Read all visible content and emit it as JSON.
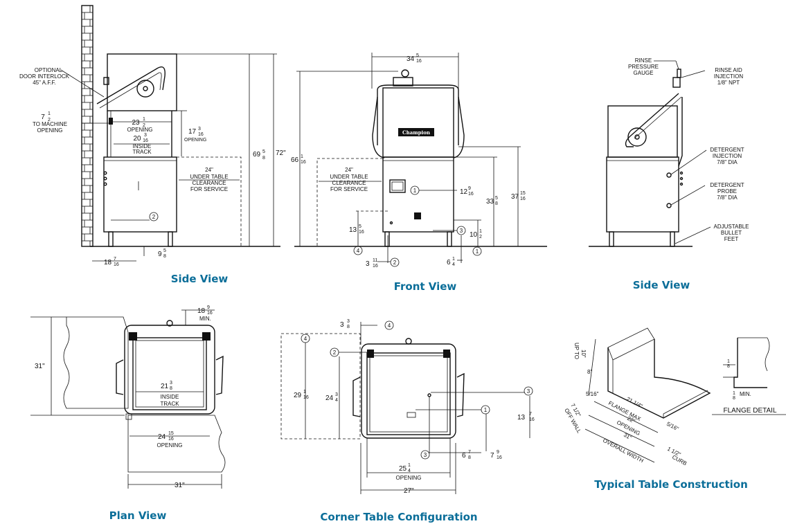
{
  "colors": {
    "caption": "#0b6e99",
    "ink": "#111111"
  },
  "captions": {
    "side_left": "Side View",
    "front": "Front View",
    "side_right": "Side View",
    "plan": "Plan View",
    "corner": "Corner Table Configuration",
    "table": "Typical Table Construction"
  },
  "side_view_left": {
    "interlock_1": "OPTIONAL",
    "interlock_2": "DOOR INTERLOCK",
    "interlock_3": "45\" A.F.F.",
    "opening_height": "7",
    "opening_height_frac": "1",
    "opening_height_den": "2",
    "opening_label_1": "TO MACHINE",
    "opening_label_2": "OPENING",
    "width_opening": "23",
    "width_opening_frac": "1",
    "width_opening_den": "2",
    "width_opening_label": "OPENING",
    "inside_track": "20",
    "inside_track_frac": "3",
    "inside_track_den": "16",
    "inside_track_label_1": "INSIDE",
    "inside_track_label_2": "TRACK",
    "open_height": "17",
    "open_height_frac": "3",
    "open_height_den": "16",
    "open_height_label": "OPENING",
    "clearance": "24\"",
    "clearance_1": "UNDER TABLE",
    "clearance_2": "CLEARANCE",
    "clearance_3": "FOR SERVICE",
    "overall_1": "69",
    "overall_1_frac": "5",
    "overall_1_den": "8",
    "overall_2": "72\"",
    "foot_offset": "18",
    "foot_offset_frac": "7",
    "foot_offset_den": "16",
    "drain_offset": "9",
    "drain_offset_frac": "5",
    "drain_offset_den": "8",
    "callout_2": "2"
  },
  "front_view": {
    "width": "34",
    "width_frac": "5",
    "width_den": "16",
    "height_open": "66",
    "height_open_frac": "1",
    "height_open_den": "16",
    "clearance": "24\"",
    "clearance_1": "UNDER TABLE",
    "clearance_2": "CLEARANCE",
    "clearance_3": "FOR SERVICE",
    "brand": "Champion",
    "dim_a": "12",
    "dim_a_frac": "9",
    "dim_a_den": "16",
    "dim_b": "33",
    "dim_b_frac": "5",
    "dim_b_den": "8",
    "dim_c": "37",
    "dim_c_frac": "15",
    "dim_c_den": "16",
    "dim_d": "13",
    "dim_d_frac": "5",
    "dim_d_den": "16",
    "dim_e": "10",
    "dim_e_frac": "1",
    "dim_e_den": "2",
    "dim_f": "3",
    "dim_f_frac": "11",
    "dim_f_den": "16",
    "dim_g": "6",
    "dim_g_frac": "1",
    "dim_g_den": "4",
    "c1": "1",
    "c2": "2",
    "c3": "3",
    "c4": "4"
  },
  "side_view_right": {
    "rinse_1": "RINSE",
    "rinse_2": "PRESSURE",
    "rinse_3": "GAUGE",
    "aid_1": "RINSE AID",
    "aid_2": "INJECTION",
    "aid_3": "1/8\" NPT",
    "det_inj_1": "DETERGENT",
    "det_inj_2": "INJECTION",
    "det_inj_3": "7/8\" DIA",
    "det_probe_1": "DETERGENT",
    "det_probe_2": "PROBE",
    "det_probe_3": "7/8\" DIA",
    "feet_1": "ADJUSTABLE",
    "feet_2": "BULLET",
    "feet_3": "FEET"
  },
  "plan_view": {
    "min_clear": "18",
    "min_clear_frac": "9",
    "min_clear_den": "16",
    "min_label": "MIN.",
    "depth": "31\"",
    "inside": "21",
    "inside_frac": "3",
    "inside_den": "8",
    "inside_label_1": "INSIDE",
    "inside_label_2": "TRACK",
    "opening": "24",
    "opening_frac": "15",
    "opening_den": "16",
    "opening_label": "OPENING",
    "width": "31\""
  },
  "corner_view": {
    "top_off": "3",
    "top_off_frac": "3",
    "top_off_den": "8",
    "depth_a": "29",
    "depth_a_frac": "1",
    "depth_a_den": "16",
    "depth_b": "24",
    "depth_b_frac": "3",
    "depth_b_den": "4",
    "right_h": "13",
    "right_h_frac": "7",
    "right_h_den": "16",
    "bot_a": "6",
    "bot_a_frac": "7",
    "bot_a_den": "8",
    "bot_b": "7",
    "bot_b_frac": "9",
    "bot_b_den": "16",
    "opening": "25",
    "opening_frac": "1",
    "opening_den": "4",
    "opening_label": "OPENING",
    "overall": "27\"",
    "c1": "1",
    "c2": "2",
    "c3": "3",
    "c4": "4"
  },
  "table_view": {
    "up_to": "UP TO",
    "up_to_val": "10\"",
    "eight": "8\"",
    "five16": "5/16\"",
    "off_wall_1": "7 1/2\"",
    "off_wall_2": "OFF WALL",
    "flange_max_1": "21 1/4\"",
    "flange_max_2": "FLANGE MAX",
    "opening_1": "22\"",
    "opening_2": "OPENING",
    "overall_1": "31\"",
    "overall_2": "OVERALL WIDTH",
    "five16_b": "5/16\"",
    "curb_1": "1 1/2\"",
    "curb_2": "CURB",
    "flange_detail": "FLANGE DETAIL",
    "d_top": "1",
    "d_top_den": "8",
    "d_bot": "1",
    "d_bot_den": "8",
    "min": "MIN."
  }
}
